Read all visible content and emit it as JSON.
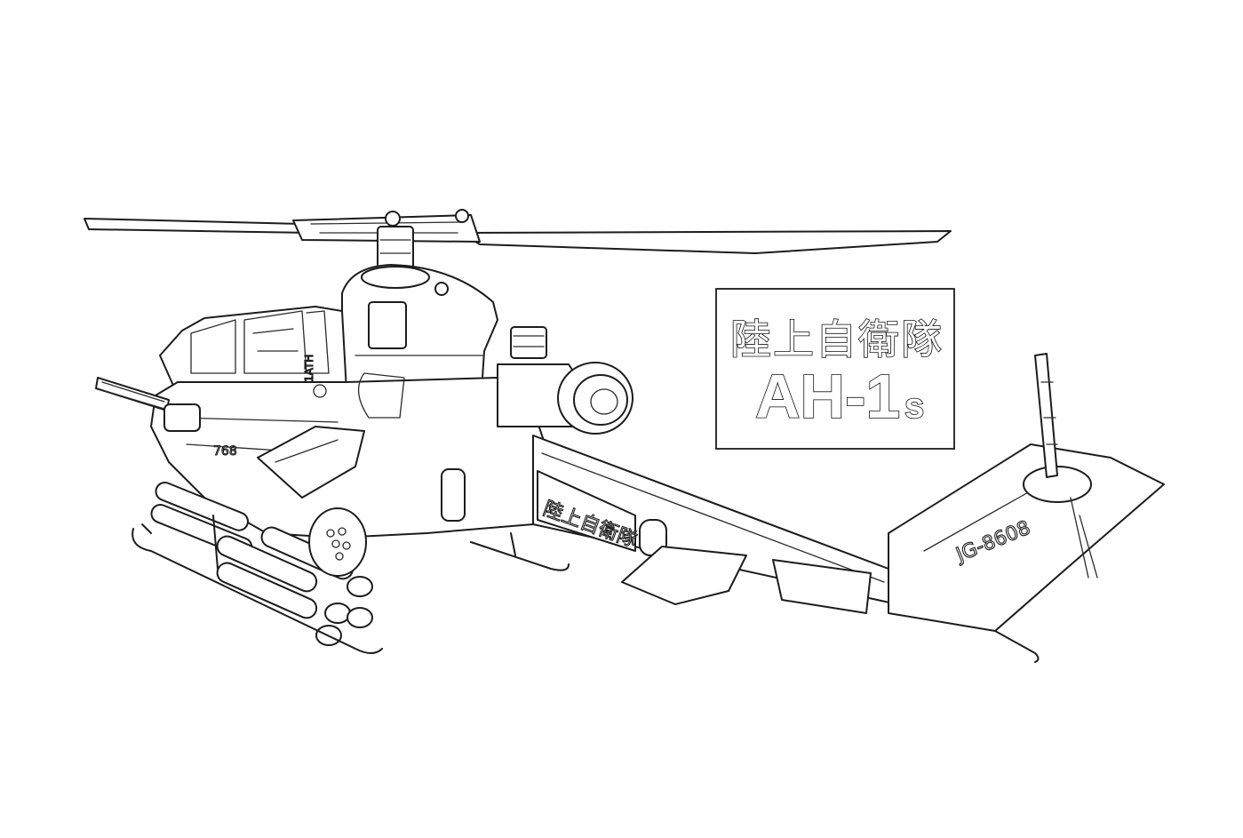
{
  "title_box": {
    "line1": "陸上自衛隊",
    "line2_model": "AH-1",
    "line2_suffix": "s"
  },
  "aircraft_markings": {
    "fuselage_kanji": "陸上自衛隊",
    "tail_serial": "JG-8608",
    "nose_number": "768",
    "cockpit_text": "1ATH"
  },
  "icons": {
    "main": "helicopter-line-drawing"
  },
  "colors": {
    "ink": "#1c1c1c",
    "paper": "#ffffff"
  }
}
